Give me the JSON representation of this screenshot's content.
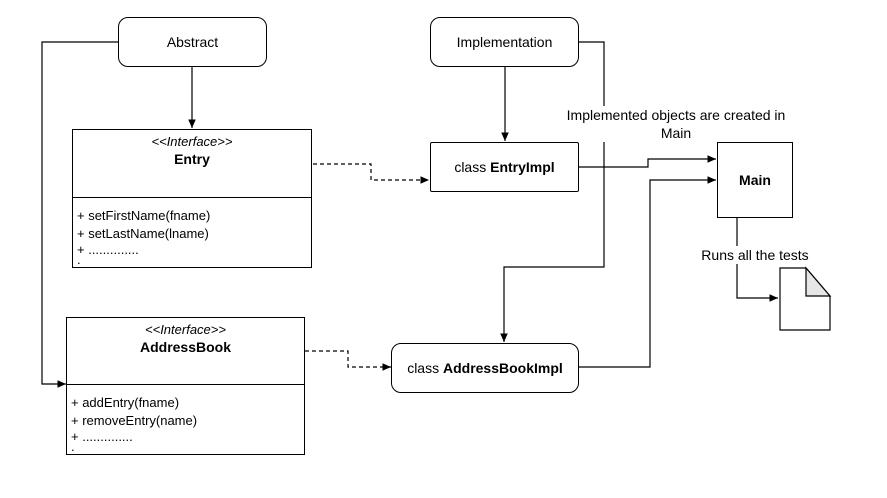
{
  "nodes": {
    "abstract": {
      "label": "Abstract"
    },
    "implementation": {
      "label": "Implementation"
    },
    "entry_interface": {
      "stereotype": "<<Interface>>",
      "name": "Entry",
      "operations": [
        "+ setFirstName(fname)",
        "+ setLastName(lname)",
        "+ ..............",
        "."
      ]
    },
    "addressbook_interface": {
      "stereotype": "<<Interface>>",
      "name": "AddressBook",
      "operations": [
        "+ addEntry(fname)",
        "+ removeEntry(name)",
        "+ ..............",
        "."
      ]
    },
    "entry_impl": {
      "prefix": "class ",
      "name": "EntryImpl"
    },
    "addressbook_impl": {
      "prefix": "class ",
      "name": "AddressBookImpl"
    },
    "main": {
      "label": "Main"
    }
  },
  "labels": {
    "implemented": "Implemented objects are created in Main",
    "runs_tests": "Runs all the tests"
  }
}
